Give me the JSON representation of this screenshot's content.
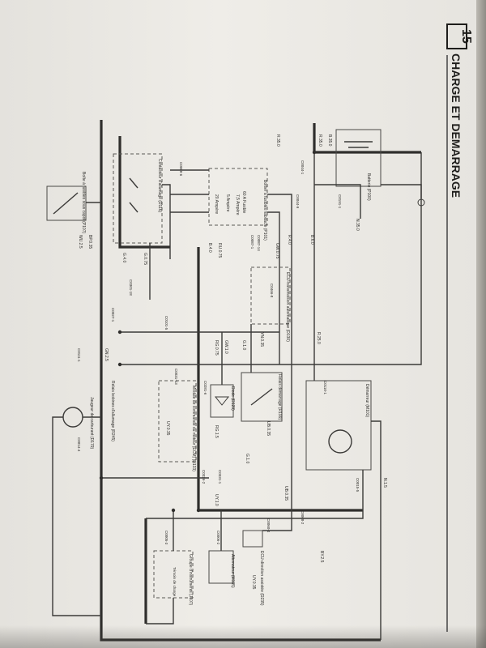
{
  "page": {
    "section_number": "15",
    "section_title": "CHARGE ET DEMARRAGE"
  },
  "components": {
    "battery": "Batterie (P100)",
    "relay_box": "Boîtier à fusibles habitacle (P101)",
    "fuse_60a": "60 A Fusible",
    "fuse_7_5a": "7,5 Ampère",
    "fuse_5a": "5 Ampère",
    "fuse_20a": "20 Ampère",
    "ignition_switch": "Contacteur d'allumage (D116)",
    "start_relay": "Démarreur (M101)",
    "ecu": "ECU-transmission automatique (D130)",
    "starter_relay_p": "Relais démarrage (R199)",
    "diode": "Diode (D128)",
    "engine_module": "Module de commande du moteur (ECM) (D133)",
    "fuel_gauge": "Jaugeur de carburant (D179)",
    "relay_label": "Relais bobines d'allumage (R245)",
    "alternator": "Alternateur (M105)",
    "ecu_dir": "ECU-direction assistée (D235)",
    "instrument_cluster": "Groupe d'instruments (J107)",
    "coil_pack": "Boîte à fusibles sous capot (P107)",
    "charge_lamp": "Témoin de charge"
  },
  "wire_labels": {
    "w1": "B.35.0",
    "w2": "R.35.0",
    "w3": "R.35.0",
    "w4": "N.35.0",
    "w5": "B.6.0",
    "w6": "R.4.0",
    "w7": "GW.0.75",
    "w8": "RU.0.75",
    "w9": "B.4.0",
    "w10": "G.1.0",
    "w11": "R.25.0",
    "w12": "WU.2.5",
    "w13": "BP.0.35",
    "w14": "G.0.75",
    "w15": "G.4.0",
    "w16": "RG.0.75",
    "w17": "GW.1.0",
    "w18": "YN.0.35",
    "w19": "UB.0.35",
    "w20": "RG.1.5",
    "w21": "UY.1.0",
    "w22": "G.1.0",
    "w23": "UB.0.35",
    "w24": "UY.0.35",
    "w25": "GN.2.5",
    "w26": "N.1.5",
    "w27": "BY.2.5",
    "w28": "UY.0.35"
  },
  "connector_labels": {
    "c1": "C0191-1",
    "c2": "C0044-1",
    "c3": "C0044-9",
    "c4": "C0087-14",
    "c5": "C0087-1",
    "c6": "C0068-6",
    "c7": "C0466-8",
    "c8": "C0301-18",
    "c9": "C0101-5",
    "c10": "C0031-13",
    "c11": "C0281-6",
    "c12": "C0110-1",
    "c13": "C0015-5",
    "c14": "C0008-2",
    "c15": "C0060-4",
    "c16": "C0331-1",
    "c17": "C0326-2",
    "c18": "C0111-1",
    "c19": "C0014-4",
    "c20": "C0027-1",
    "c21": "C0005-3",
    "c22": "C0006-2"
  }
}
